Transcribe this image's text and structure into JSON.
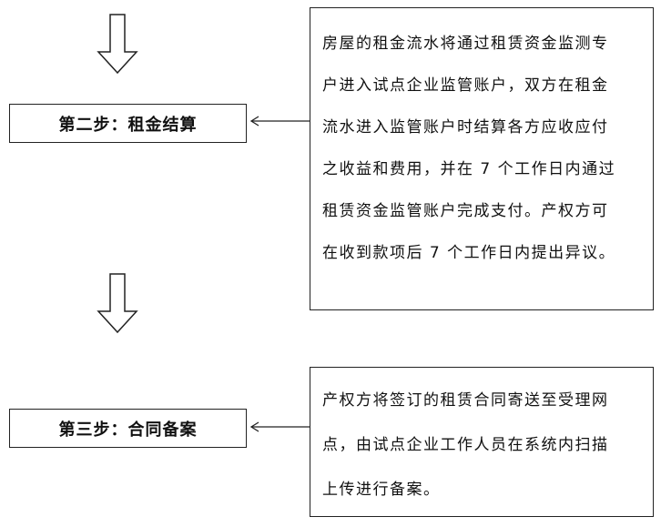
{
  "steps": [
    {
      "title": "第二步：租金结算",
      "note_lines": [
        "房屋的租金流水将通过租赁资金监测专",
        "户进入试点企业监管账户，双方在租金",
        "流水进入监管账户时结算各方应收应付",
        "之收益和费用，并在 7 个工作日内通过",
        "租赁资金监管账户完成支付。产权方可",
        "在收到款项后 7 个工作日内提出异议。"
      ]
    },
    {
      "title": "第三步：合同备案",
      "note_lines": [
        "产权方将签订的租赁合同寄送至受理网",
        "点，由试点企业工作人员在系统内扫描",
        "上传进行备案。"
      ]
    }
  ],
  "colors": {
    "line": "#222222",
    "background": "#ffffff"
  }
}
